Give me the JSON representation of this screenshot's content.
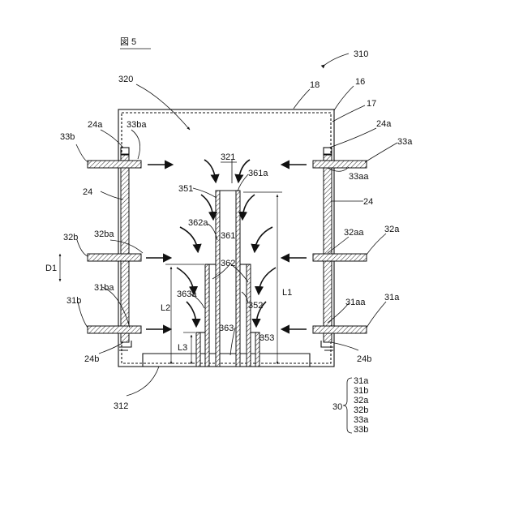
{
  "figure": {
    "title": "図 5"
  },
  "labels": {
    "n310": "310",
    "n320": "320",
    "n18": "18",
    "n16": "16",
    "n17": "17",
    "n24a_left": "24a",
    "n33ba": "33ba",
    "n33b": "33b",
    "n24a_right": "24a",
    "n33a": "33a",
    "n33aa": "33aa",
    "n321": "321",
    "n361a": "361a",
    "n351": "351",
    "n24_left": "24",
    "n24_right": "24",
    "n362a": "362a",
    "n361": "361",
    "n32b": "32b",
    "n32ba": "32ba",
    "n32aa": "32aa",
    "n32a": "32a",
    "nD1": "D1",
    "n362": "362",
    "n31ba": "31ba",
    "n31b": "31b",
    "n363a": "363a",
    "nL1": "L1",
    "n352": "352",
    "nL2": "L2",
    "n31aa": "31aa",
    "n31a": "31a",
    "n363": "363",
    "n353": "353",
    "nL3": "L3",
    "n24b_left": "24b",
    "n24b_right": "24b",
    "n312": "312",
    "n30": "30",
    "group_items": [
      "31a",
      "31b",
      "32a",
      "32b",
      "33a",
      "33b"
    ]
  },
  "icons": {
    "flow_arrow": "arrow-icon",
    "curved_flow_arrow": "curved-arrow-icon",
    "brace": "brace-icon"
  }
}
